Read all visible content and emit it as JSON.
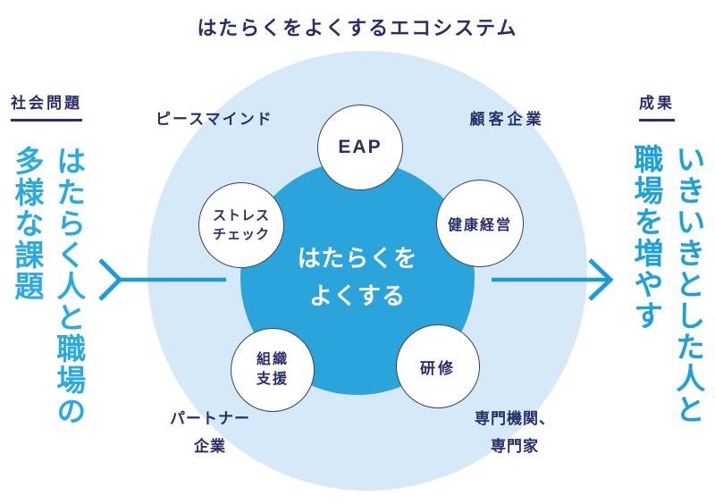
{
  "title": "はたらくをよくするエコシステム",
  "colors": {
    "navy": "#272e6b",
    "center_blue": "#2ba4dc",
    "outer_blue": "#d5e9f8",
    "arrow_blue": "#1b9cd9",
    "left_text_blue": "#2baae2",
    "right_text_blue": "#1ea0db"
  },
  "left_panel": {
    "header": "社会問題",
    "vertical_text": "はたらく人と職場の\n多様な課題"
  },
  "right_panel": {
    "header": "成果",
    "vertical_text": "いきいきとした人と\n職場を増やす"
  },
  "center_circle": {
    "text": "はたらくを\nよくする"
  },
  "satellites": {
    "eap": {
      "label": "EAP"
    },
    "stress_check": {
      "label": "ストレス\nチェック"
    },
    "health_management": {
      "label": "健康経営"
    },
    "organization_support": {
      "label": "組織\n支援"
    },
    "training": {
      "label": "研修"
    }
  },
  "stakeholder_labels": {
    "top_left": "ピースマインド",
    "top_right": "顧客企業",
    "bottom_left": "パートナー\n企業",
    "bottom_right": "専門機関、\n専門家"
  }
}
